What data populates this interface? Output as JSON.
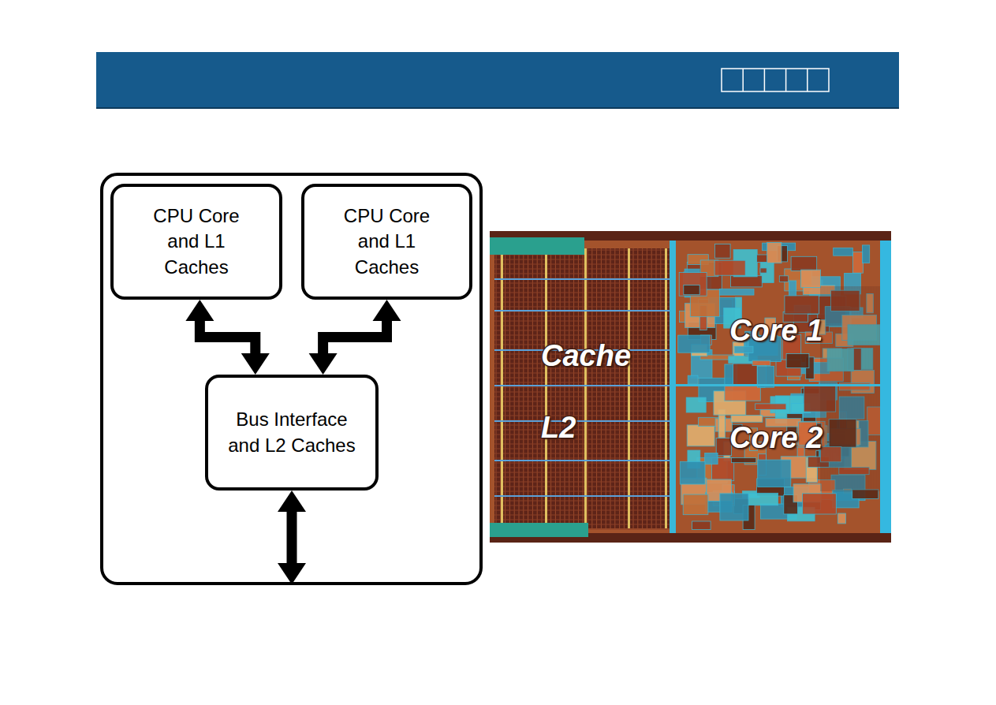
{
  "diagram": {
    "nodes": [
      {
        "text": [
          "CPU Core and L1 Caches"
        ]
      },
      {
        "text": [
          "CPU Core and L1 Caches"
        ]
      },
      {
        "text": [
          "Bus Interface and L2 Caches"
        ]
      }
    ],
    "edges": [
      {
        "from": 0,
        "to": 2,
        "arrow": "both"
      },
      {
        "from": 1,
        "to": 2,
        "arrow": "both"
      }
    ],
    "labels": [
      "Cache",
      "L2",
      "Core 1",
      "Core 2"
    ]
  }
}
